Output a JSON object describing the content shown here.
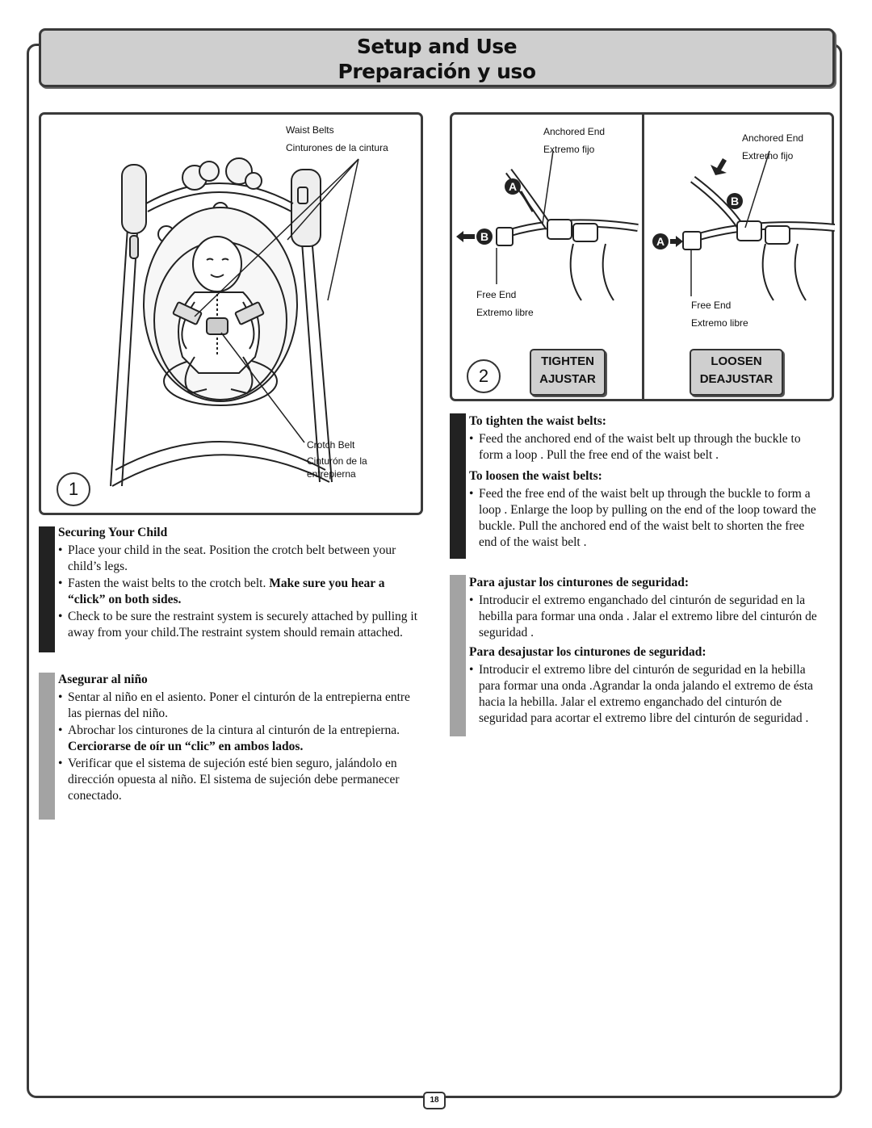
{
  "header": {
    "title_en": "Setup and Use",
    "title_es": "Preparación y uso"
  },
  "figure1": {
    "step": "1",
    "waist_en": "Waist Belts",
    "waist_es": "Cinturones de la cintura",
    "crotch_en": "Crotch Belt",
    "crotch_es1": "Cinturón de la",
    "crotch_es2": "entrepierna"
  },
  "figure2": {
    "step": "2",
    "left": {
      "anchored_en": "Anchored End",
      "anchored_es": "Extremo fijo",
      "free_en": "Free End",
      "free_es": "Extremo libre",
      "label_a": "A",
      "label_b": "B",
      "tag1": "TIGHTEN",
      "tag2": "AJUSTAR"
    },
    "right": {
      "anchored_en": "Anchored End",
      "anchored_es": "Extremo fijo",
      "free_en": "Free End",
      "free_es": "Extremo libre",
      "label_a": "A",
      "label_b": "B",
      "tag1": "LOOSEN",
      "tag2": "DEAJUSTAR"
    }
  },
  "securing_en": {
    "heading": "Securing Your Child",
    "b1": "Place your child in the seat. Position the crotch belt between your child’s legs.",
    "b2_plain": "Fasten the waist belts to the crotch belt. ",
    "b2_bold": "Make sure you hear a “click” on both sides.",
    "b3": "Check to be sure the restraint system is securely attached by pulling it away from your child.The restraint system should remain attached."
  },
  "securing_es": {
    "heading": "Asegurar al niño",
    "b1": "Sentar al niño en el asiento. Poner el cinturón de la entrepierna entre las piernas del niño.",
    "b2_plain": "Abrochar los cinturones de la cintura al cinturón de la entrepierna. ",
    "b2_bold": "Cerciorarse de oír un “clic” en ambos lados.",
    "b3": "Verificar que el sistema de sujeción esté bien seguro, jalándolo en dirección opuesta al niño. El sistema de sujeción debe permanecer conectado."
  },
  "belts_en": {
    "tighten_heading": "To tighten the waist belts:",
    "tighten_text": "Feed the anchored end of the waist belt up through the buckle to form a loop . Pull the free end of the waist belt .",
    "loosen_heading": "To loosen the waist belts:",
    "loosen_text": "Feed the free end of the waist belt up through the buckle to form a loop . Enlarge the loop by pulling on the end of the loop toward the buckle. Pull the anchored end of the waist belt to shorten the free end of the waist belt ."
  },
  "belts_es": {
    "tighten_heading": "Para ajustar los cinturones de seguridad:",
    "tighten_text": "Introducir el extremo enganchado del cinturón de seguridad en la hebilla para formar una onda . Jalar el extremo libre del cinturón de seguridad .",
    "loosen_heading": "Para desajustar los cinturones de seguridad:",
    "loosen_text": "Introducir el extremo libre del cinturón de seguridad en la hebilla para formar una onda .Agrandar la onda jalando el extremo de ésta hacia la hebilla. Jalar el extremo enganchado del cinturón de seguridad para acortar el extremo libre del cinturón de seguridad ."
  },
  "page_number": "18"
}
